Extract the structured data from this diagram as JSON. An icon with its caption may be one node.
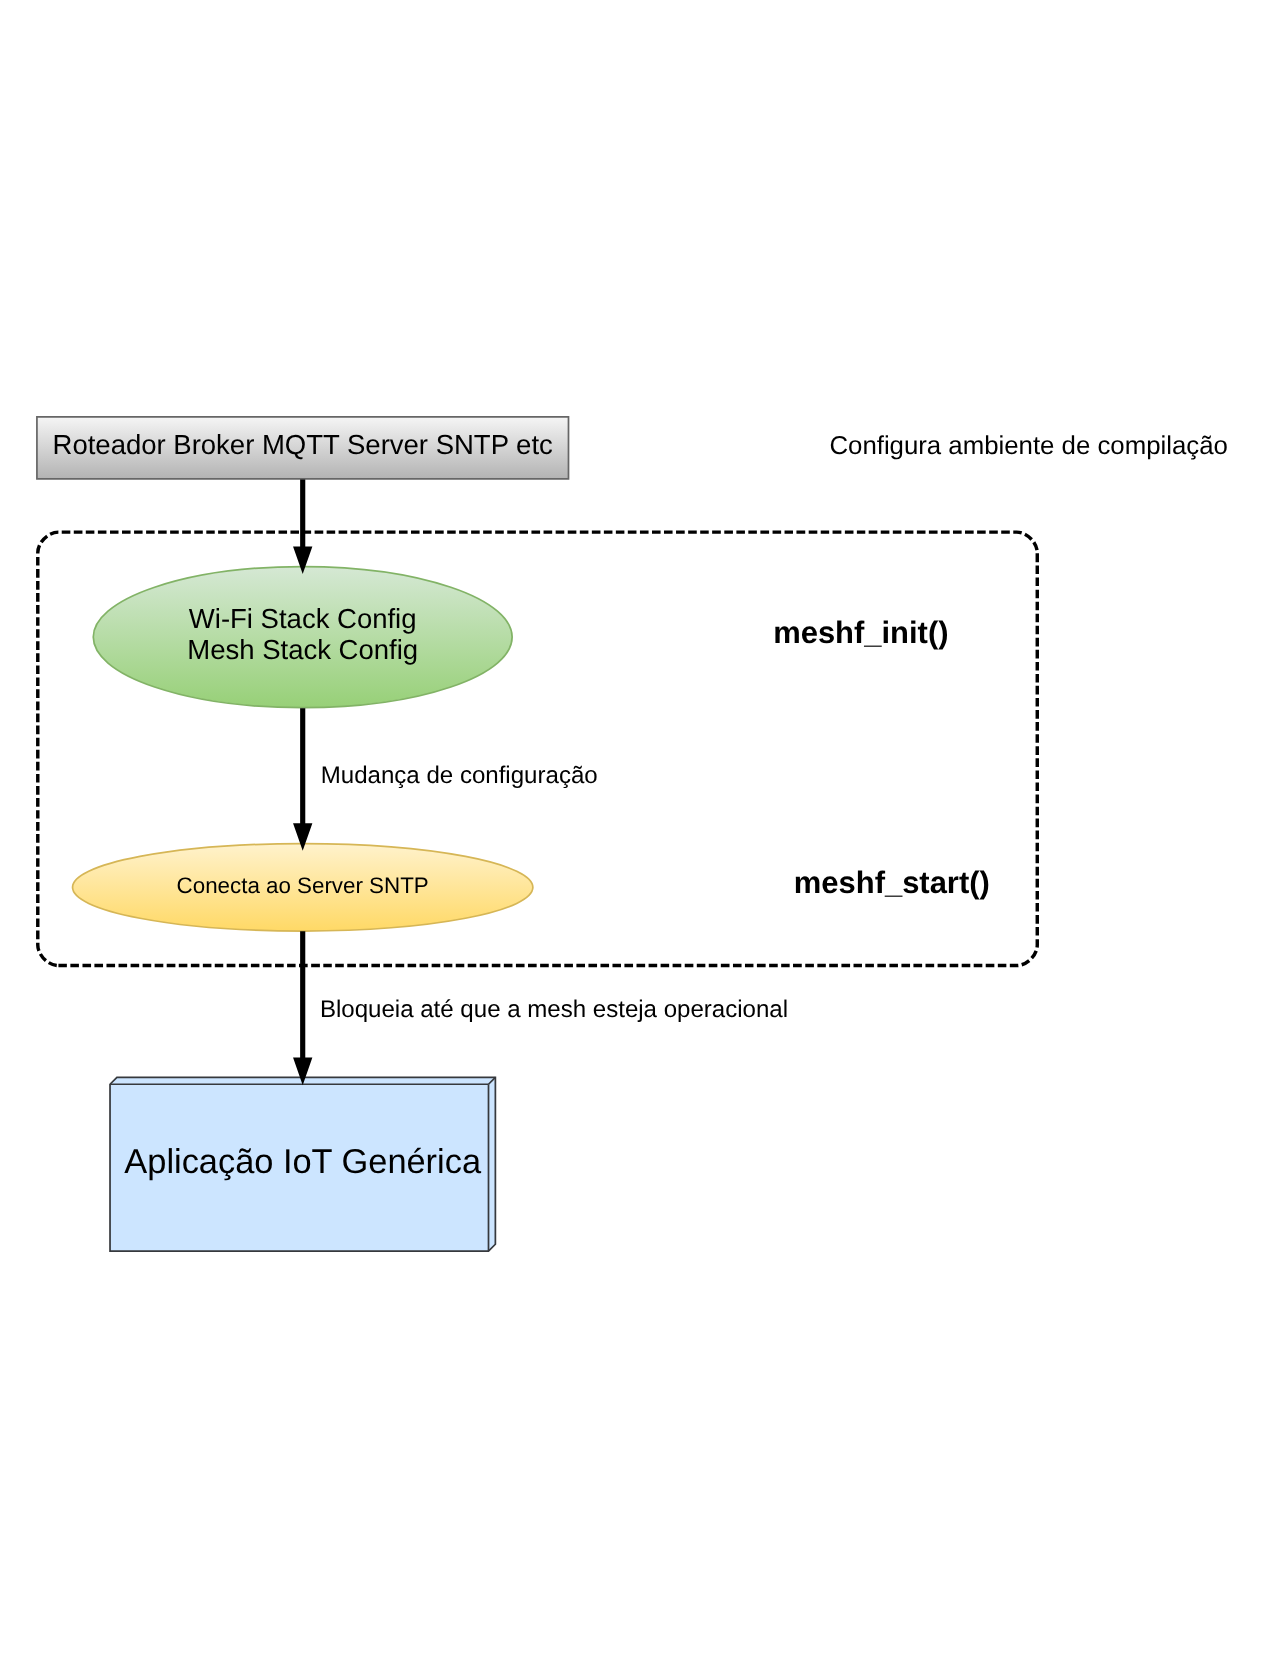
{
  "diagram": {
    "nodes": [
      {
        "text": [
          "Roteador Broker MQTT Server SNTP etc"
        ]
      },
      {
        "text": [],
        "shape": "box"
      },
      {
        "text": [
          "Wi-Fi Stack Config",
          "Mesh Stack Config"
        ],
        "in": 1
      },
      {
        "text": [
          "Conecta ao Server SNTP"
        ],
        "in": 1
      },
      {
        "text": [
          "Aplicação IoT Genérica"
        ]
      }
    ],
    "edges": [
      {
        "from": 0,
        "to": 2,
        "arrow": "to"
      },
      {
        "from": 2,
        "to": 3,
        "arrow": "to",
        "label": "Mudança de configuração"
      },
      {
        "from": 3,
        "to": 4,
        "arrow": "to",
        "label": "Bloqueia até que a mesh esteja operacional"
      }
    ],
    "labels": [
      "Configura ambiente de compilação",
      "meshf_init()",
      "meshf_start()"
    ]
  }
}
